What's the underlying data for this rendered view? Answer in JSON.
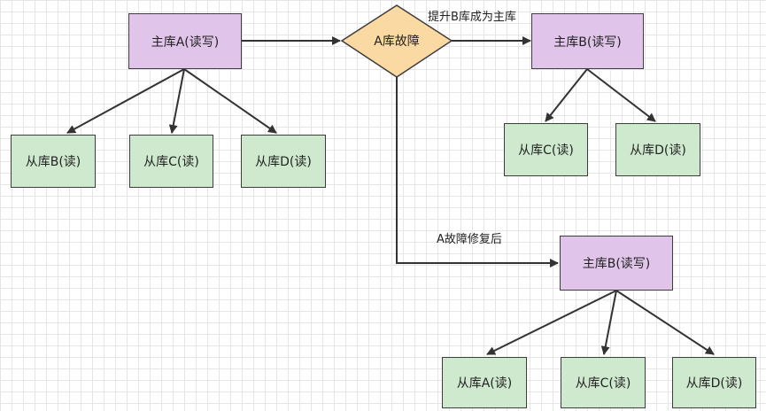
{
  "nodes": {
    "master_a": "主库A(读写)",
    "slave_b": "从库B(读)",
    "slave_c": "从库C(读)",
    "slave_d": "从库D(读)",
    "decision": "A库故障",
    "master_b_top": "主库B(读写)",
    "slave_c_top": "从库C(读)",
    "slave_d_top": "从库D(读)",
    "master_b_bottom": "主库B(读写)",
    "slave_a_bottom": "从库A(读)",
    "slave_c_bottom": "从库C(读)",
    "slave_d_bottom": "从库D(读)"
  },
  "edge_labels": {
    "promote_b": "提升B库成为主库",
    "a_repaired": "A故障修复后"
  },
  "colors": {
    "master_fill": "#e1c4ea",
    "slave_fill": "#cfe9cf",
    "decision_fill": "#fbd9a2",
    "line": "#333333"
  }
}
